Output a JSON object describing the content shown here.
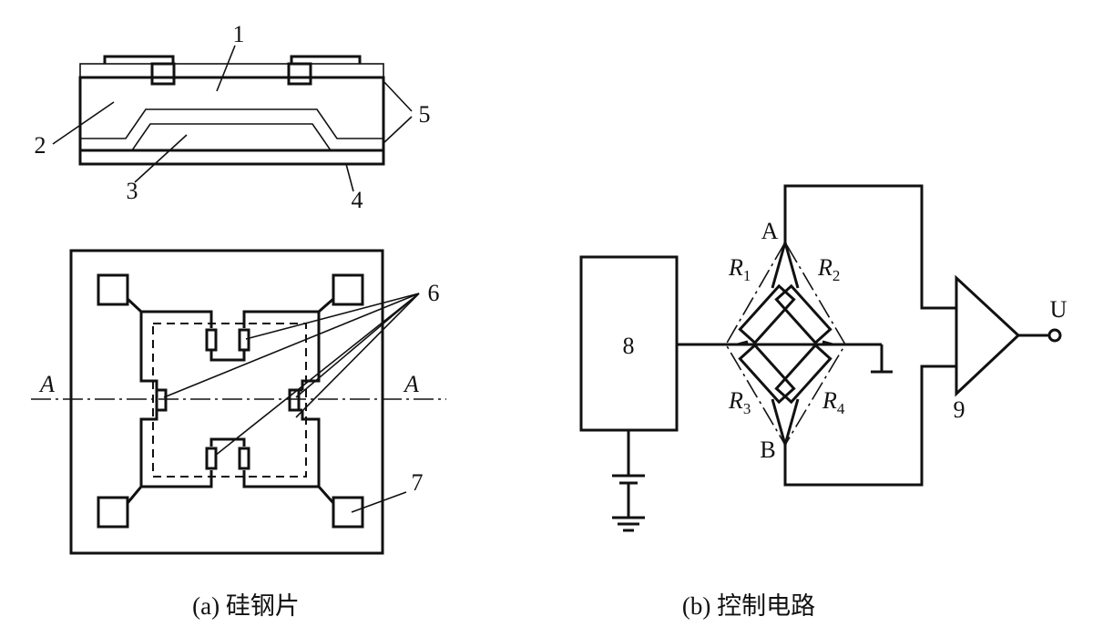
{
  "figure_a": {
    "caption": "(a) 硅钢片",
    "callouts": {
      "n1": "1",
      "n2": "2",
      "n3": "3",
      "n4": "4",
      "n5": "5",
      "n6": "6",
      "n7": "7"
    },
    "section_label": "A"
  },
  "figure_b": {
    "caption": "(b) 控制电路",
    "block_label": "8",
    "amp_label": "9",
    "node_top": "A",
    "node_bottom": "B",
    "output_label": "U",
    "resistors": [
      {
        "letter": "R",
        "sub": "1"
      },
      {
        "letter": "R",
        "sub": "2"
      },
      {
        "letter": "R",
        "sub": "3"
      },
      {
        "letter": "R",
        "sub": "4"
      }
    ]
  }
}
